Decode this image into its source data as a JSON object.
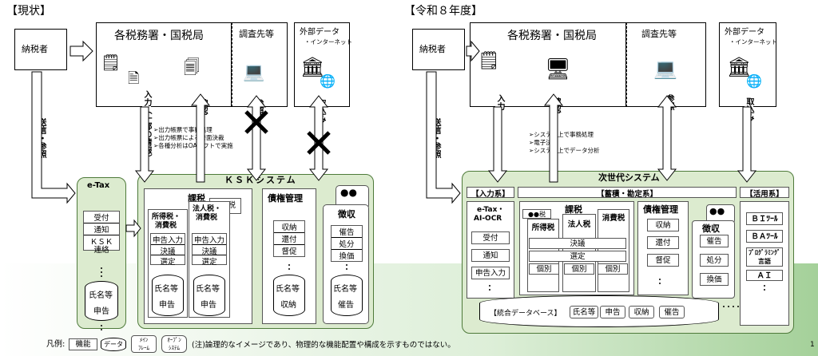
{
  "left": {
    "title": "【現状】",
    "taxpayer": "納税者",
    "offices": "各税務署・国税局",
    "survey": "調査先等",
    "external": "外部データ",
    "internet": "・インターネット",
    "input_label": "入力（一部の情報）",
    "confirm_label": "確認",
    "reference_label": "参照",
    "import_label": "取込み",
    "send_ref": "送信・参照",
    "notes": [
      "➢出力帳票で事務処理",
      "➢出力帳票による書面決裁",
      "➢各種分析はOAソフトで実施"
    ],
    "etax": {
      "title": "e-Tax",
      "items": [
        "受付",
        "通知",
        "ＫＳＫ",
        "連絡"
      ],
      "db": [
        "氏名等",
        "申告"
      ]
    },
    "ksk": {
      "title": "ＫＳＫシステム",
      "kazei": "課税",
      "income_tax": [
        "所得税・",
        "消費税"
      ],
      "corp_tax": [
        "法人税・",
        "消費税"
      ],
      "maru_tax": "●●税",
      "filing": "申告入力",
      "decision": "決議",
      "selection": "選定",
      "db": [
        "氏名等",
        "申告"
      ],
      "db2": [
        "氏名等",
        "申告"
      ],
      "credit": {
        "title": "債権管理",
        "items": [
          "収納",
          "還付",
          "督促"
        ],
        "db": [
          "氏名等",
          "収納"
        ]
      },
      "collect": {
        "title": "徴収",
        "items": [
          "催告",
          "処分",
          "換価"
        ],
        "db": [
          "氏名等",
          "催告"
        ]
      }
    }
  },
  "right": {
    "title": "【令和８年度】",
    "taxpayer": "納税者",
    "offices": "各税務署・国税局",
    "survey": "調査先等",
    "external": "外部データ",
    "internet": "・インターネット",
    "input_label": "入力",
    "confirm_label": "確認",
    "reference_label": "参照",
    "import_label": "取込み",
    "send_ref": "送信・参照",
    "notes": [
      "➢システム上で事務処理",
      "➢電子決裁",
      "➢システム上でデータ分析"
    ],
    "system": {
      "title": "次世代システム",
      "input_sys": "【入力系】",
      "store_sys": "【蓄積・勘定系】",
      "use_sys": "【活用系】",
      "etax": [
        "e-Tax・",
        "AI-OCR"
      ],
      "etax_items": [
        "受付",
        "通知",
        "申告入力"
      ],
      "kazei": "課税",
      "maru_tax": "●●税",
      "income_tax": "所得税",
      "corp_tax": "法人税",
      "cons_tax": "消費税",
      "decision": "決議",
      "selection": "選定",
      "indiv": [
        "個別",
        "個別",
        "個別"
      ],
      "credit": {
        "title": "債権管理",
        "items": [
          "収納",
          "還付",
          "督促"
        ]
      },
      "collect": {
        "title": "徴収",
        "items": [
          "催告",
          "処分",
          "換価"
        ]
      },
      "use_items": [
        "ＢＩﾂｰﾙ",
        "ＢＡﾂｰﾙ",
        "ﾌﾟﾛｸﾞﾗﾐﾝｸﾞ言語",
        "ＡＩ"
      ],
      "db_title": "【統合データベース】",
      "db_items": [
        "氏名等",
        "申告",
        "収納",
        "催告"
      ]
    }
  },
  "legend": {
    "label": "凡例:",
    "func": "機能",
    "data": "データ",
    "mainframe": [
      "ﾒｲﾝ",
      "ﾌﾚｰﾑ"
    ],
    "open": [
      "ｵｰﾌﾟﾝ",
      "ｼｽﾃﾑ"
    ],
    "note": "(注)論理的なイメージであり、物理的な機能配置や構成を示すものではない。"
  },
  "page_number": "1"
}
